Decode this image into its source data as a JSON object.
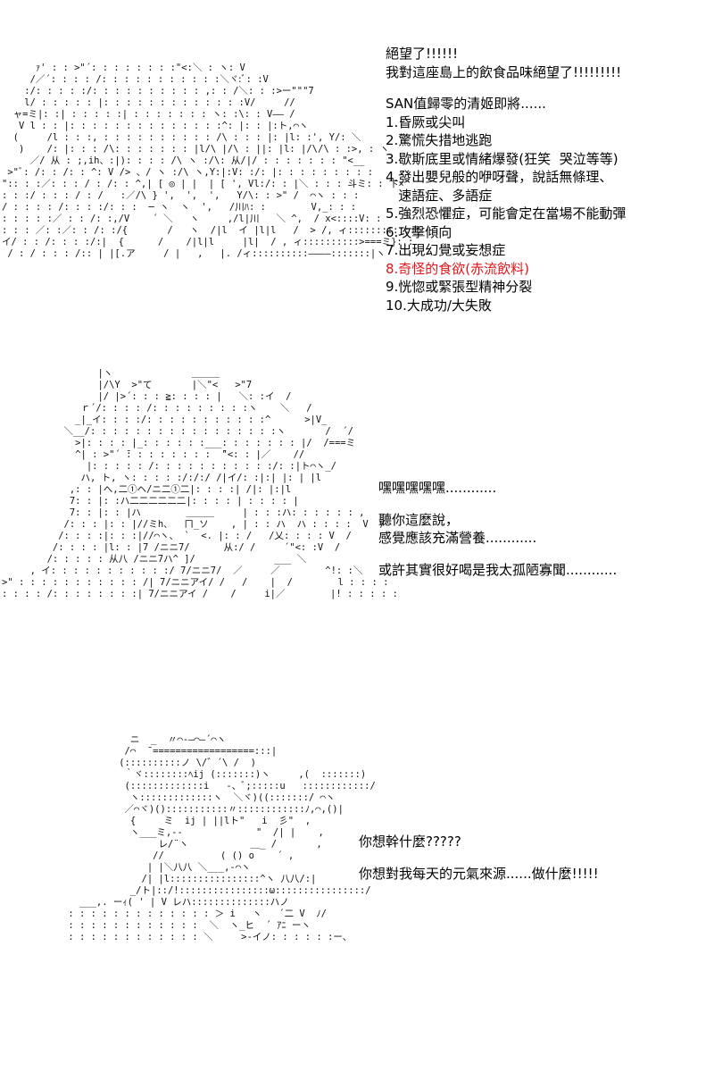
{
  "panel1": {
    "art_lines": [
      "      ｧ' : : >\"´: : : : : : : :\"<:＼ : ヽ: V",
      "     /／´: : : : /: : : : : : : : : : :＼ヾ:ﾞ: :V",
      "    :/: : : : :/: : : : : : : : : : ,: : /＼: : :>ー\"\"\"7",
      "    l/ : : : : : |: : : : : : : : : : : : :V/     //",
      "  ャ=ミ|: :| : : : : :| : : : : : : : ヽ: :\\: : V―― /",
      "   V l : : |: : : : : : : : : : : : : :^: |: : |:ト,⌒ヽ",
      "  (     /l : : :, : : : : : : : : : : /\\ : : : |: |l: :', Y/: ＼",
      "   )    /: |: : : /\\: : : : : : : |l/\\ |/\\ : ||: |l: |/\\/\\ : :>, : ヽ",
      "     ／/ 从 : ;,ih、:|): : : : /\\ ヽ :/\\: 从/|/ : : : : : : : \"<__",
      " >\"ﾞ: /: : /: : ^: V /> 、/ ヽ :/\\ ヽ,Y:|:V: :/: |: : : : : : : : :",
      "\":: : :／: : : / : /: : ^,| [ ◎ | |  | [ ', Vl:/: : |＼ : : : 斗ミ: : 卞×",
      ": : :/ : : : / : /   :／/\\ } ',  ',  ',   Y/\\: : >\" /  ⌒ヽ : : :",
      "/ : : : : /: : : :/: : :  ─ ヽ  ヽ  ',   /川ﾊ: :        V,_: : :",
      ": : : : :／ : : /: :,/V    ´ ＼   ヽ     ,/l|川   ＼ ^,  / x<::::V: :",
      ": : : ／: :／: : /: :/{       /   ヽ  /|l  イ |l|l   /  > /, ィ::::::::::::!",
      "イ/ : : /: : : :/:|  {      /    /|l|l     |l|  / , ィ::::::::::>===ミ}: :",
      " / : / : : : /:: | |[.ア     / |   ,   |. /ィ::::::::::――――:::::::|ヽ"
    ],
    "text_lines": [
      "絕望了!!!!!!",
      "我對這座島上的飲食品味絕望了!!!!!!!!!",
      "",
      "SAN值歸零的清姬即將......",
      "1.昏厥或尖叫",
      "2.驚慌失措地逃跑",
      "3.歇斯底里或情緒爆發(狂笑  哭泣等等)",
      "4.發出嬰兒般的咿呀聲，說話無條理、",
      "   速語症、多語症",
      "5.強烈恐懼症，可能會定在當場不能動彈",
      "6.攻擊傾向",
      "7.出現幻覺或妄想症",
      "8.奇怪的食欲(赤流飲料)",
      "9.恍惚或緊張型精神分裂",
      "10.大成功/大失敗"
    ],
    "highlight_line_index": 12,
    "highlight_color": "#e0161b"
  },
  "panel2": {
    "art_lines": [
      "                 |ヽ              ＿＿＿",
      "                 |/\\Y  >\"て       |＼\"<   >\"7",
      "                 |/ |>´: : : ≧: : : : |   ＼: :イ  /",
      "              ｒ´/: : : : /: : : : : : : : :ヽ    ＼   /",
      "             _|_イ: : : :/: : : : : : : : : : :^      >|V_",
      "           ＼__/: : : : : : : : : : : : : : : : :ヽ       /  ´/",
      "             >|: : : : |_: : : : : :___: : : : : : : |/  /===ミ",
      "             ^| : >\"´ ̄: : : : : : : :  ̄\"<: : |／    //",
      "               |: : : : : /: : : : : : : : : : :/: :|ト⌒ヽ_/",
      "              ハ, ト, ヽ: : : : :/:/:/ /|イ/: :|:| |: | |l",
      "            ,: : |へ,二①ヘ/ニ二①二|: : : :| /|: |:|l",
      "            7: : |: :ハ二二二二二二|: : : : | : : : : |",
      "            7: : |: : |ハ        ＿＿＿     | : : :ハ: : : : : : ,",
      "           /: : : |: : |//ミh、  ㄇ_ソ    , | : : ハ  ハ : : : :  V  /",
      "          /: : : :|: : :|//⌒ヽ、 `  <. |: : /   /乂: : : : V  /",
      "         /: : : : |l: : |7 /ニニ7/      从:/ /     ´\"<: :V  /",
      "        /: : : : : 从八 /ニニ7ハ^ ]/              ___ ＼",
      "     , イ: : : : : : : : : : :/ 7/ニニ7/  ／     ／        ^!: :＼",
      ">\" : : : : : : : : : : : /| 7/ニニアイ/ /   /    |  /        l : : : :",
      ": : : : /: : : : : : : :| 7/ニニアイ /    /     i|／        |! : : : : :"
    ],
    "text_lines": [
      "嘿嘿嘿嘿嘿............",
      "",
      "聽你這麼說，",
      "感覺應該充滿營養............",
      "",
      "或許其實很好喝是我太孤陋寡聞............"
    ]
  },
  "panel3": {
    "art_lines": [
      "            ニ  _  〃⌒-—⌒—´⌒ヽ",
      "           /⌒  ̄ ==================:::|",
      "          (::::::::::ノ \\/゛´\\ /  )",
      "           ｀ヾ::::::::ﾍij (:::::::)ヽ     ,(  :::::::)",
      "           (:::::::::::::i   -、ﾞ;:::::u   ::::::::::::/",
      "            ヽ:::::::::::::ヽ  ＼ヾ)((:::::::/ ⌒ヽ",
      "           ／⌒ヾ)():::::::::::〃::::::::::::ﾉ,⌒,()|",
      "            {     ミ  ij | ||lト\"   i  彡\"  ,",
      "            ヽ___ミ,--             \"  /| |    ,",
      "                 レ/¨ヽ           ＿_ /       ,",
      "                //          ( () o    ´ ,",
      "               | |＼八八 ＼___,-⌒ヽ",
      "              /| |l::::::::::::::::^ヽ 八八/:|",
      "            _/ト|::/!::::::::::::::::ω::::::::::::::::/",
      "   ___,. ーｨ( ' | V レハ::::::::::::::ハノ",
      " : : : : : : : : : : : : : ＞ i   ヽ   ´二 V  ﾉ/",
      " : : : : : : : : : : : :  ＼  ヽ_ヒ  ´ ｱﾆ ーヽ",
      " : : : : : : : : : : : : ＼     >-イノ: : : : : :ー、"
    ],
    "text_lines": [
      "你想幹什麼?????",
      "",
      "你想對我每天的元氣來源......做什麼!!!!!"
    ]
  }
}
